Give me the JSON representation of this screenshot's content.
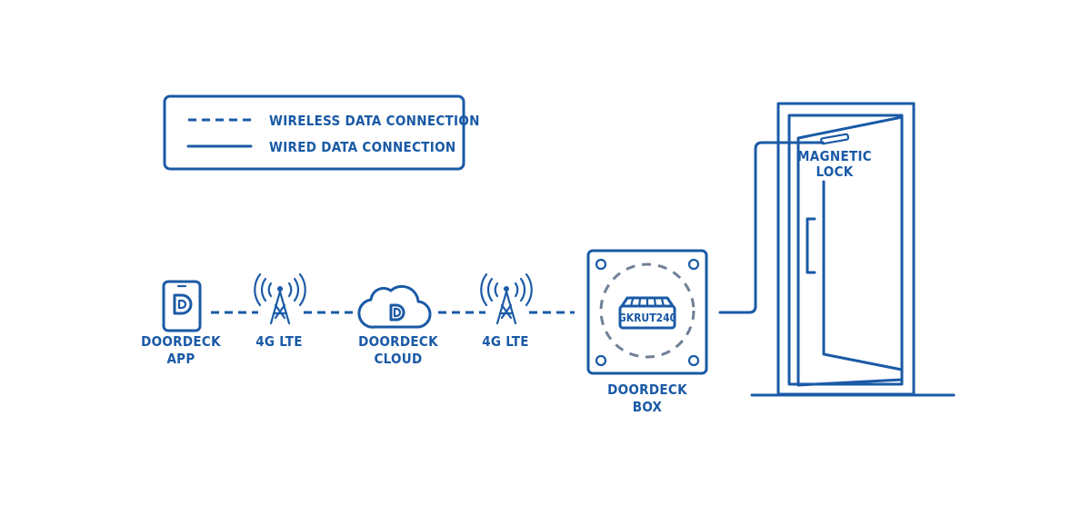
{
  "legend": {
    "wireless_label": "WIRELESS DATA CONNECTION",
    "wired_label": "WIRED DATA CONNECTION"
  },
  "nodes": {
    "app": {
      "line1": "DOORDECK",
      "line2": "APP"
    },
    "tower_left": {
      "label": "4G LTE"
    },
    "cloud": {
      "line1": "DOORDECK",
      "line2": "CLOUD"
    },
    "tower_right": {
      "label": "4G LTE"
    },
    "box": {
      "line1": "DOORDECK",
      "line2": "BOX",
      "device_label": "GKRUT240"
    },
    "lock": {
      "line1": "MAGNETIC",
      "line2": "LOCK"
    }
  },
  "colors": {
    "primary": "#1a5aa6",
    "background": "#ffffff"
  }
}
